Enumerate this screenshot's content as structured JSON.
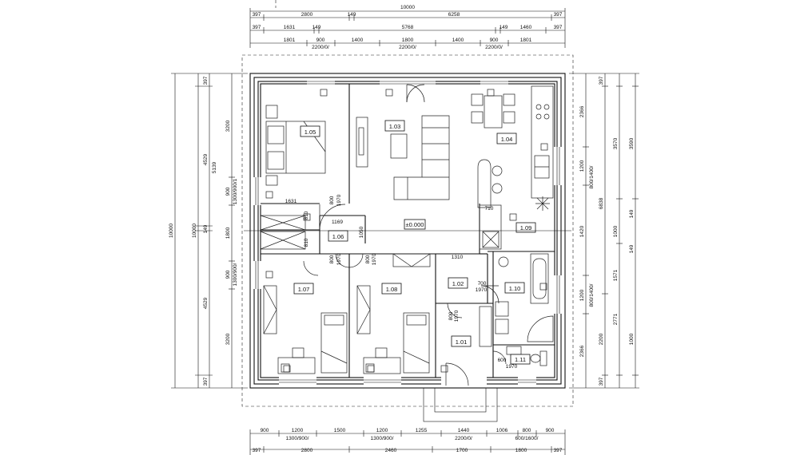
{
  "dims": {
    "top_total": "10000",
    "top_row1": [
      "397",
      "2800",
      "149",
      "6258",
      "397"
    ],
    "top_row2": [
      "397",
      "1631",
      "149",
      "5768",
      "149",
      "1460",
      "397"
    ],
    "top_row3": [
      "1801",
      "900",
      "1400",
      "1800",
      "1400",
      "900",
      "1801"
    ],
    "top_openings": [
      "2200/0/",
      "2200/0/",
      "2200/0/"
    ],
    "bottom_row1": [
      "900",
      "1200",
      "1500",
      "1200",
      "1255",
      "1440",
      "1006",
      "800",
      "900"
    ],
    "bottom_openings": [
      "1300/900/",
      "1300/900/",
      "2200/0/",
      "600/1600/"
    ],
    "bottom_row2": [
      "397",
      "2800",
      "2460",
      "1700",
      "1800",
      "397"
    ],
    "left_total": "10000",
    "left_row1": [
      "397",
      "4529",
      "149",
      "4529",
      "397"
    ],
    "left_row2": [
      "5139",
      "10000"
    ],
    "left_row3": [
      "3200",
      "900",
      "1800",
      "900",
      "3200"
    ],
    "left_openings": [
      "1300/900/1",
      "1300/900/"
    ],
    "right_row1": [
      "2366",
      "1200",
      "1420",
      "1200",
      "2366",
      "397",
      "397"
    ],
    "right_row2": [
      "6838",
      "2771",
      "2200"
    ],
    "right_row3": [
      "3570",
      "3590",
      "149",
      "1000",
      "149",
      "149",
      "1000",
      "149",
      "1571",
      "149",
      "149"
    ],
    "right_openings": [
      "800/1400/",
      "800/1400/"
    ]
  },
  "rooms": [
    {
      "id": "1.05"
    },
    {
      "id": "1.03"
    },
    {
      "id": "1.04"
    },
    {
      "id": "1.06"
    },
    {
      "id": "1.09"
    },
    {
      "id": "1.07"
    },
    {
      "id": "1.08"
    },
    {
      "id": "1.02"
    },
    {
      "id": "1.10"
    },
    {
      "id": "1.01"
    },
    {
      "id": "1.11"
    }
  ],
  "inner_labels": {
    "floor_level": "±0.000",
    "hall_width": "1310",
    "corridor_len": "1631",
    "corridor_len2": "1169",
    "stairs_len": "1050",
    "stove_w": "710",
    "door_800": "800",
    "door_1970": "1970",
    "door_700": "700",
    "door_600": "600",
    "niche_810": "810"
  }
}
